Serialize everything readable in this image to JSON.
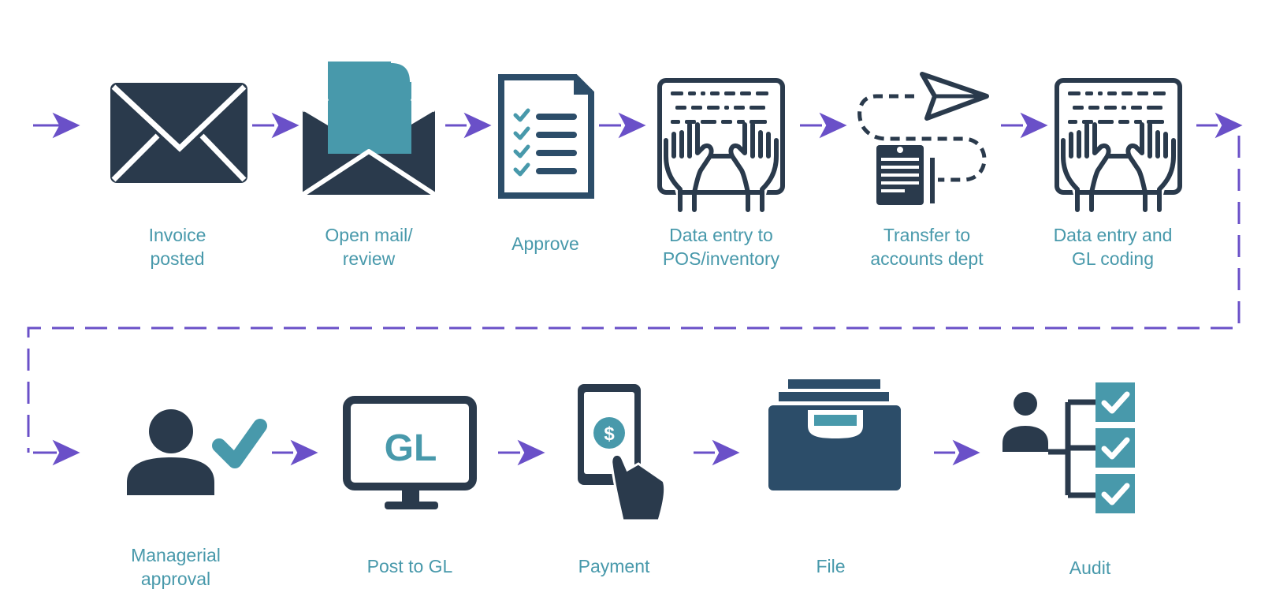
{
  "colors": {
    "dark": "#2a3a4c",
    "navy": "#2c4d69",
    "teal": "#4899ab",
    "arrow": "#6a50c8",
    "label": "#4899ab"
  },
  "steps": [
    {
      "label": "Invoice\nposted",
      "icon": "envelope-icon"
    },
    {
      "label": "Open mail/\nreview",
      "icon": "open-envelope-icon"
    },
    {
      "label": "Approve",
      "icon": "checklist-icon"
    },
    {
      "label": "Data entry to\nPOS/inventory",
      "icon": "keyboard-hands-icon"
    },
    {
      "label": "Transfer to\naccounts dept",
      "icon": "paper-plane-document-icon"
    },
    {
      "label": "Data entry and\nGL coding",
      "icon": "keyboard-hands-icon"
    },
    {
      "label": "Managerial\napproval",
      "icon": "person-check-icon"
    },
    {
      "label": "Post to GL",
      "icon": "gl-monitor-icon"
    },
    {
      "label": "Payment",
      "icon": "hand-phone-dollar-icon"
    },
    {
      "label": "File",
      "icon": "file-drawer-icon"
    },
    {
      "label": "Audit",
      "icon": "audit-checklist-icon"
    }
  ],
  "gl_monitor_text": "GL"
}
